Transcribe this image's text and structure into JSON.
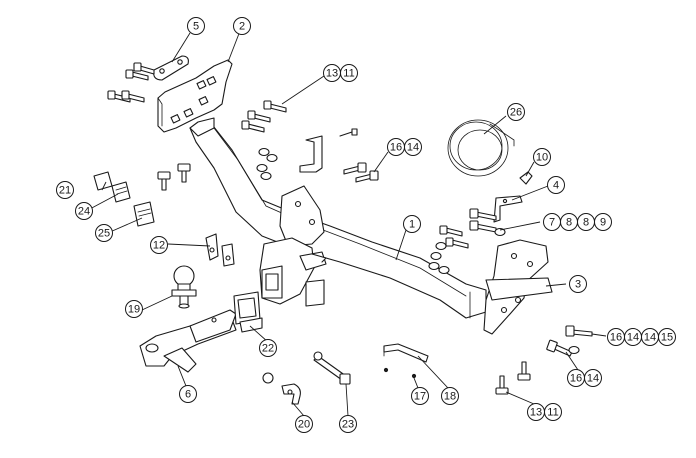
{
  "callouts": [
    {
      "id": "c1",
      "labels": [
        "1"
      ]
    },
    {
      "id": "c2",
      "labels": [
        "2"
      ]
    },
    {
      "id": "c3",
      "labels": [
        "3"
      ]
    },
    {
      "id": "c4",
      "labels": [
        "4"
      ]
    },
    {
      "id": "c5",
      "labels": [
        "5"
      ]
    },
    {
      "id": "c6",
      "labels": [
        "6"
      ]
    },
    {
      "id": "c7",
      "labels": [
        "7",
        "8",
        "8",
        "9"
      ]
    },
    {
      "id": "c10",
      "labels": [
        "10"
      ]
    },
    {
      "id": "c12",
      "labels": [
        "12"
      ]
    },
    {
      "id": "c13a",
      "labels": [
        "13",
        "11"
      ]
    },
    {
      "id": "c13b",
      "labels": [
        "13",
        "11"
      ]
    },
    {
      "id": "c16a",
      "labels": [
        "16",
        "14"
      ]
    },
    {
      "id": "c16b",
      "labels": [
        "16",
        "14",
        "14",
        "15"
      ]
    },
    {
      "id": "c16c",
      "labels": [
        "16",
        "14"
      ]
    },
    {
      "id": "c17",
      "labels": [
        "17"
      ]
    },
    {
      "id": "c18",
      "labels": [
        "18"
      ]
    },
    {
      "id": "c19",
      "labels": [
        "19"
      ]
    },
    {
      "id": "c20",
      "labels": [
        "20"
      ]
    },
    {
      "id": "c21",
      "labels": [
        "21"
      ]
    },
    {
      "id": "c22",
      "labels": [
        "22"
      ]
    },
    {
      "id": "c23",
      "labels": [
        "23"
      ]
    },
    {
      "id": "c24",
      "labels": [
        "24"
      ]
    },
    {
      "id": "c25",
      "labels": [
        "25"
      ]
    },
    {
      "id": "c26",
      "labels": [
        "26"
      ]
    }
  ]
}
